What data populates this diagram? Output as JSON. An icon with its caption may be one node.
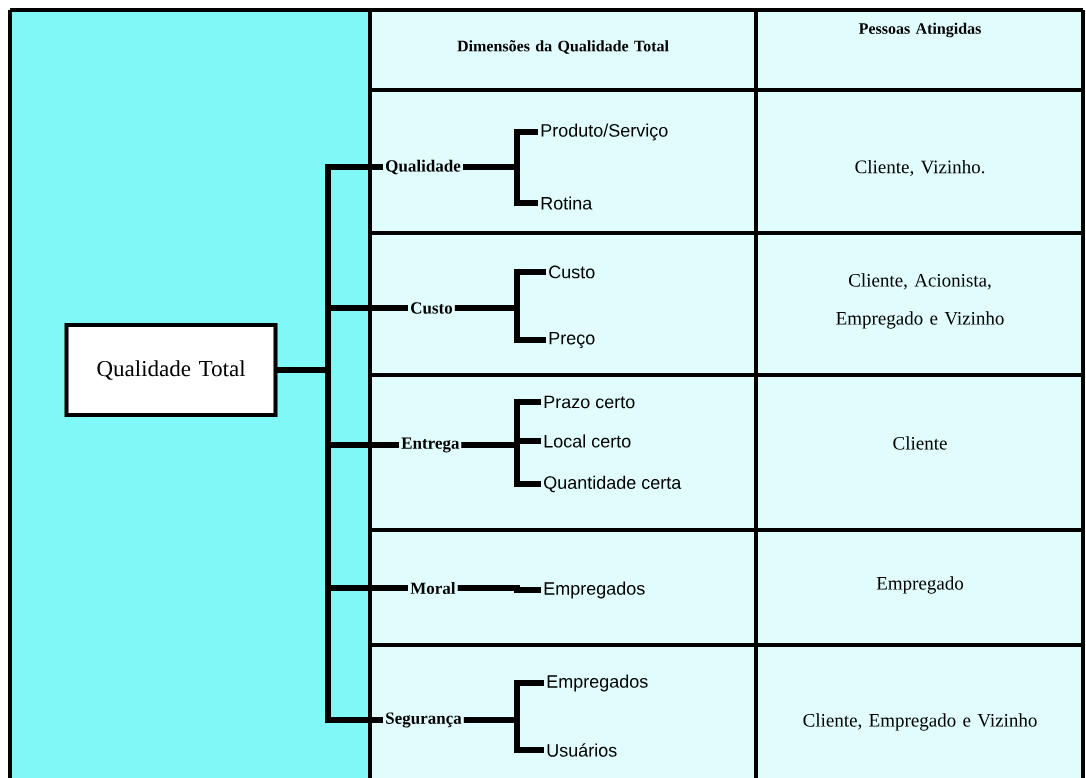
{
  "diagram": {
    "nodes": [
      {
        "text": [
          "Qualidade Total"
        ]
      },
      {
        "text": [
          "Qualidade"
        ]
      },
      {
        "text": [
          "Custo"
        ]
      },
      {
        "text": [
          "Entrega"
        ]
      },
      {
        "text": [
          "Moral"
        ]
      },
      {
        "text": [
          "Segurança"
        ]
      },
      {
        "text": [
          "Produto/Serviço"
        ]
      },
      {
        "text": [
          "Rotina"
        ]
      },
      {
        "text": [
          "Custo"
        ]
      },
      {
        "text": [
          "Preço"
        ]
      },
      {
        "text": [
          "Prazo certo"
        ]
      },
      {
        "text": [
          "Local certo"
        ]
      },
      {
        "text": [
          "Quantidade certa"
        ]
      },
      {
        "text": [
          "Empregados"
        ]
      },
      {
        "text": [
          "Empregados"
        ]
      },
      {
        "text": [
          "Usuários"
        ]
      }
    ],
    "edges": [
      {
        "from": 0,
        "to": 1,
        "arrow": "none"
      },
      {
        "from": 0,
        "to": 2,
        "arrow": "none"
      },
      {
        "from": 0,
        "to": 3,
        "arrow": "none"
      },
      {
        "from": 0,
        "to": 4,
        "arrow": "none"
      },
      {
        "from": 0,
        "to": 5,
        "arrow": "none"
      },
      {
        "from": 1,
        "to": 6,
        "arrow": "none"
      },
      {
        "from": 1,
        "to": 7,
        "arrow": "none"
      },
      {
        "from": 2,
        "to": 8,
        "arrow": "none"
      },
      {
        "from": 2,
        "to": 9,
        "arrow": "none"
      },
      {
        "from": 3,
        "to": 10,
        "arrow": "none"
      },
      {
        "from": 3,
        "to": 11,
        "arrow": "none"
      },
      {
        "from": 3,
        "to": 12,
        "arrow": "none"
      },
      {
        "from": 4,
        "to": 13,
        "arrow": "none"
      },
      {
        "from": 5,
        "to": 14,
        "arrow": "none"
      },
      {
        "from": 5,
        "to": 15,
        "arrow": "none"
      }
    ],
    "labels": [
      "Dimensões da Qualidade Total",
      "Pessoas Atingidas",
      "Cliente, Vizinho.",
      "Cliente, Acionista, Empregado e Vizinho",
      "Cliente",
      "Empregado",
      "Cliente, Empregado e Vizinho"
    ]
  }
}
